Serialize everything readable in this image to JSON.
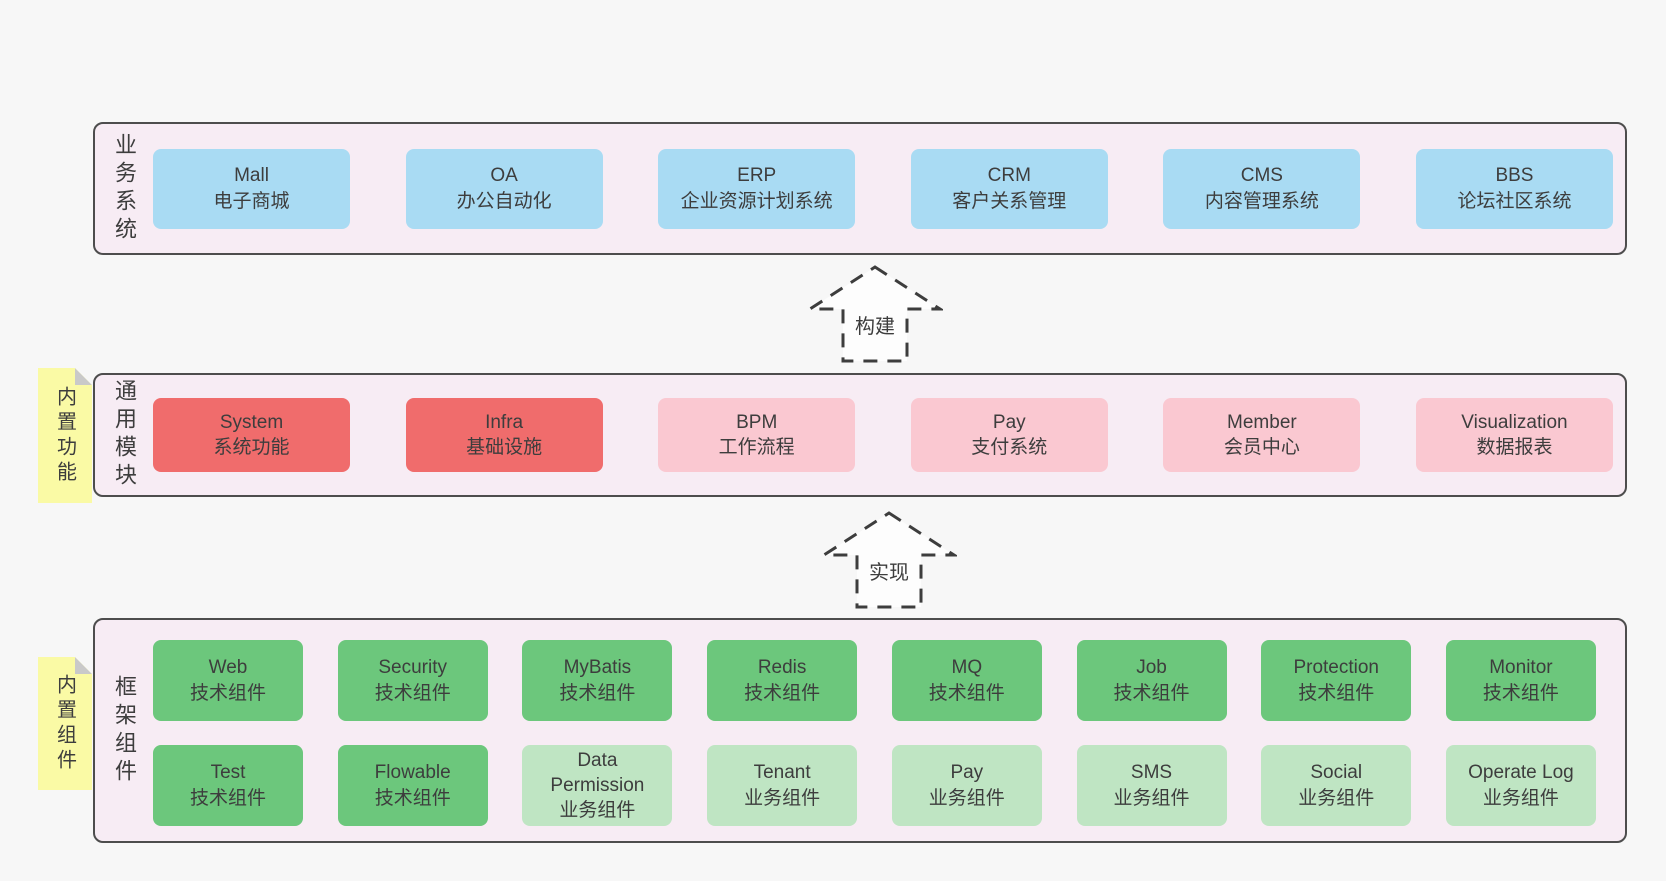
{
  "colors": {
    "page-bg": "#f7f7f7",
    "band-bg": "#f7ecf4",
    "band-border": "#4d4d4d",
    "blue": "#a9dbf3",
    "red": "#f06c6c",
    "pink": "#fac8d1",
    "green": "#6cc77c",
    "light-green": "#bfe5c3",
    "sticky-yellow": "#fafaa5",
    "sticky-fold": "#c9c9c9",
    "text": "#3d3d3d"
  },
  "arrows": [
    {
      "label": "构建"
    },
    {
      "label": "实现"
    }
  ],
  "bands": [
    {
      "label": "业务系统",
      "boxes": [
        {
          "en": "Mall",
          "zh": "电子商城",
          "type": "blue"
        },
        {
          "en": "OA",
          "zh": "办公自动化",
          "type": "blue"
        },
        {
          "en": "ERP",
          "zh": "企业资源计划系统",
          "type": "blue"
        },
        {
          "en": "CRM",
          "zh": "客户关系管理",
          "type": "blue"
        },
        {
          "en": "CMS",
          "zh": "内容管理系统",
          "type": "blue"
        },
        {
          "en": "BBS",
          "zh": "论坛社区系统",
          "type": "blue"
        }
      ]
    },
    {
      "label": "通用模块",
      "sticky": "内置功能",
      "boxes": [
        {
          "en": "System",
          "zh": "系统功能",
          "type": "red"
        },
        {
          "en": "Infra",
          "zh": "基础设施",
          "type": "red"
        },
        {
          "en": "BPM",
          "zh": "工作流程",
          "type": "pink"
        },
        {
          "en": "Pay",
          "zh": "支付系统",
          "type": "pink"
        },
        {
          "en": "Member",
          "zh": "会员中心",
          "type": "pink"
        },
        {
          "en": "Visualization",
          "zh": "数据报表",
          "type": "pink"
        }
      ]
    },
    {
      "label": "框架组件",
      "sticky": "内置组件",
      "rows": [
        [
          {
            "en": "Web",
            "zh": "技术组件",
            "type": "green"
          },
          {
            "en": "Security",
            "zh": "技术组件",
            "type": "green"
          },
          {
            "en": "MyBatis",
            "zh": "技术组件",
            "type": "green"
          },
          {
            "en": "Redis",
            "zh": "技术组件",
            "type": "green"
          },
          {
            "en": "MQ",
            "zh": "技术组件",
            "type": "green"
          },
          {
            "en": "Job",
            "zh": "技术组件",
            "type": "green"
          },
          {
            "en": "Protection",
            "zh": "技术组件",
            "type": "green"
          },
          {
            "en": "Monitor",
            "zh": "技术组件",
            "type": "green"
          }
        ],
        [
          {
            "en": "Test",
            "zh": "技术组件",
            "type": "green"
          },
          {
            "en": "Flowable",
            "zh": "技术组件",
            "type": "green"
          },
          {
            "en": "Data Permission",
            "zh": "业务组件",
            "type": "light-green"
          },
          {
            "en": "Tenant",
            "zh": "业务组件",
            "type": "light-green"
          },
          {
            "en": "Pay",
            "zh": "业务组件",
            "type": "light-green"
          },
          {
            "en": "SMS",
            "zh": "业务组件",
            "type": "light-green"
          },
          {
            "en": "Social",
            "zh": "业务组件",
            "type": "light-green"
          },
          {
            "en": "Operate Log",
            "zh": "业务组件",
            "type": "light-green"
          }
        ]
      ]
    }
  ]
}
